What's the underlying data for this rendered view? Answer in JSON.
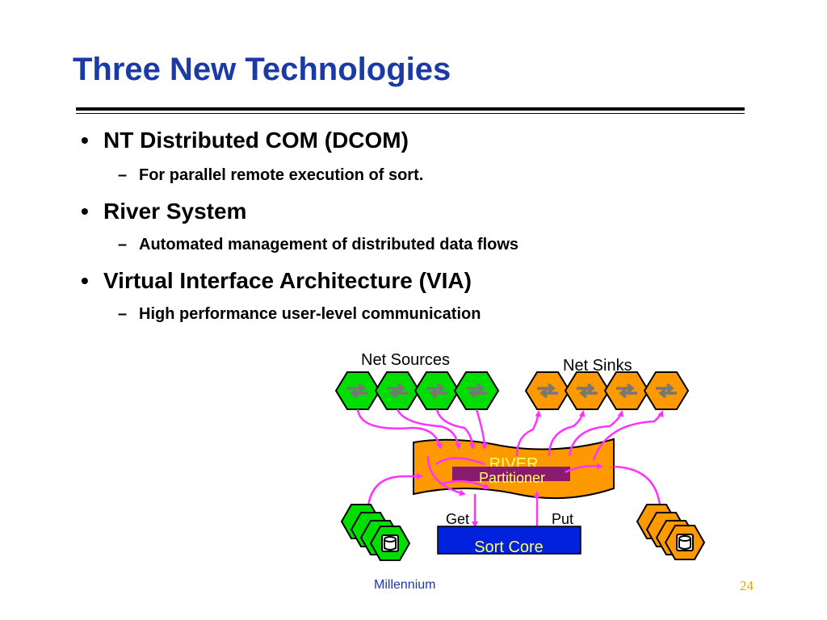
{
  "slide": {
    "title": "Three New Technologies",
    "bullets": [
      {
        "text": "NT Distributed COM (DCOM)",
        "sub": "For parallel remote execution of sort."
      },
      {
        "text": "River System",
        "sub": "Automated management of distributed data flows"
      },
      {
        "text": "Virtual Interface Architecture (VIA)",
        "sub": "High performance user-level communication"
      }
    ],
    "bullet_marker": "•",
    "sub_marker": "–"
  },
  "diagram": {
    "net_sources_label": "Net Sources",
    "net_sinks_label": "Net Sinks",
    "river_label": "RIVER",
    "partitioner_label": "Partitioner",
    "get_label": "Get",
    "put_label": "Put",
    "sort_core_label": "Sort Core",
    "colors": {
      "green": "#00dd00",
      "orange": "#ff9900",
      "magenta": "#ff33ff",
      "sort_core": "#0022dd",
      "partitioner": "#8a1a6e",
      "label_yellow": "#ffff66"
    }
  },
  "footer": {
    "text": "Millennium",
    "page_number": "24"
  }
}
